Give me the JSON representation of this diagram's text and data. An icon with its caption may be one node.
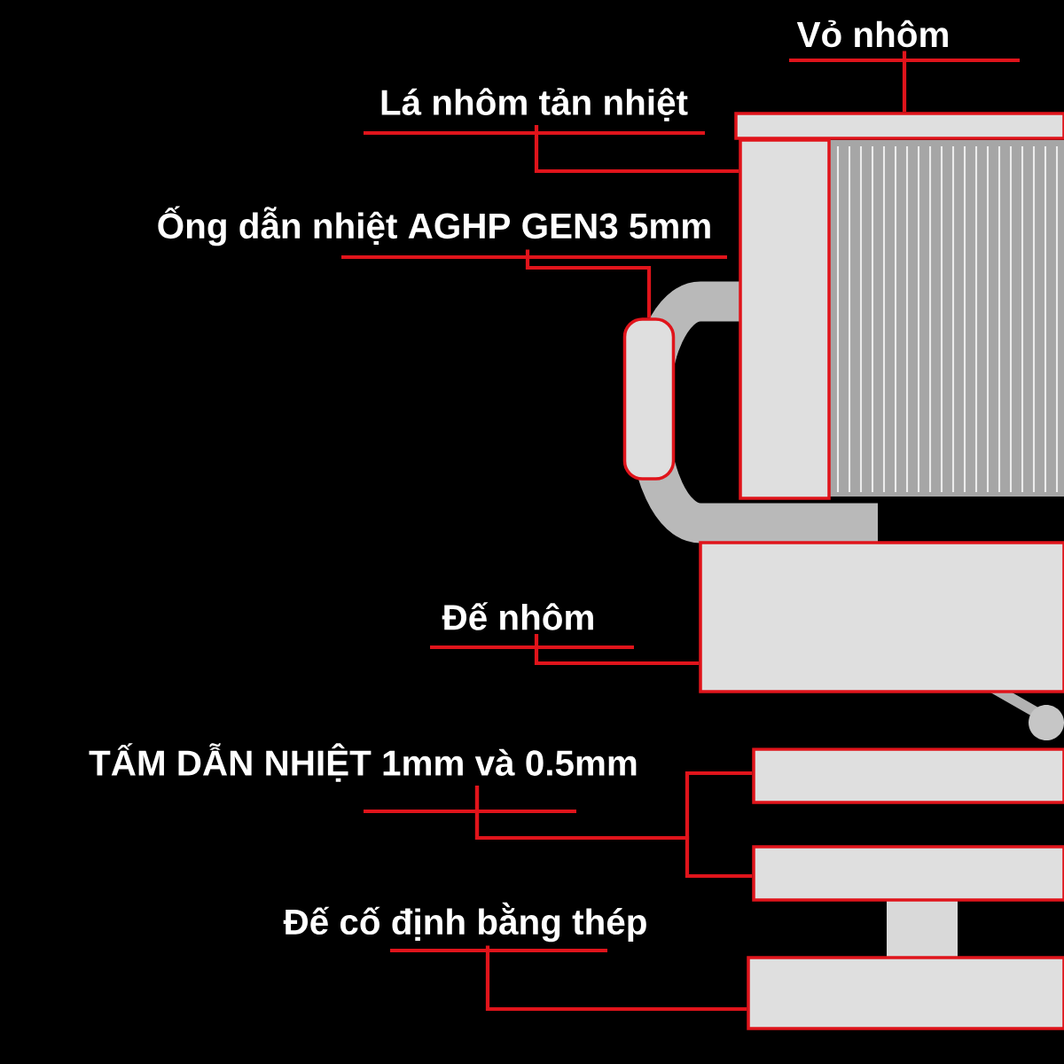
{
  "diagram": {
    "nodes": [
      {
        "text": [
          "Vỏ nhôm"
        ]
      },
      {
        "text": [
          "Lá nhôm tản nhiệt"
        ]
      },
      {
        "text": [
          "Ống dẫn nhiệt AGHP GEN3 5mm"
        ]
      },
      {
        "text": [
          "Đế nhôm"
        ]
      },
      {
        "text": [
          "TẤM DẪN NHIỆT 1mm và 0.5mm"
        ]
      },
      {
        "text": [
          "Đế cố định bằng thép"
        ]
      },
      {
        "text": [],
        "shape": "box"
      },
      {
        "text": [],
        "shape": "box"
      },
      {
        "text": [],
        "shape": "cylinder"
      },
      {
        "text": [],
        "shape": "box"
      },
      {
        "text": [],
        "shape": "box"
      },
      {
        "text": [],
        "shape": "box"
      },
      {
        "text": [],
        "shape": "box"
      }
    ],
    "edges": [
      {
        "from": 0,
        "to": 6,
        "arrow": "none"
      },
      {
        "from": 1,
        "to": 7,
        "arrow": "none"
      },
      {
        "from": 2,
        "to": 8,
        "arrow": "none"
      },
      {
        "from": 3,
        "to": 9,
        "arrow": "none"
      },
      {
        "from": 4,
        "to": 10,
        "arrow": "none"
      },
      {
        "from": 4,
        "to": 11,
        "arrow": "none"
      },
      {
        "from": 5,
        "to": 12,
        "arrow": "none"
      }
    ]
  }
}
